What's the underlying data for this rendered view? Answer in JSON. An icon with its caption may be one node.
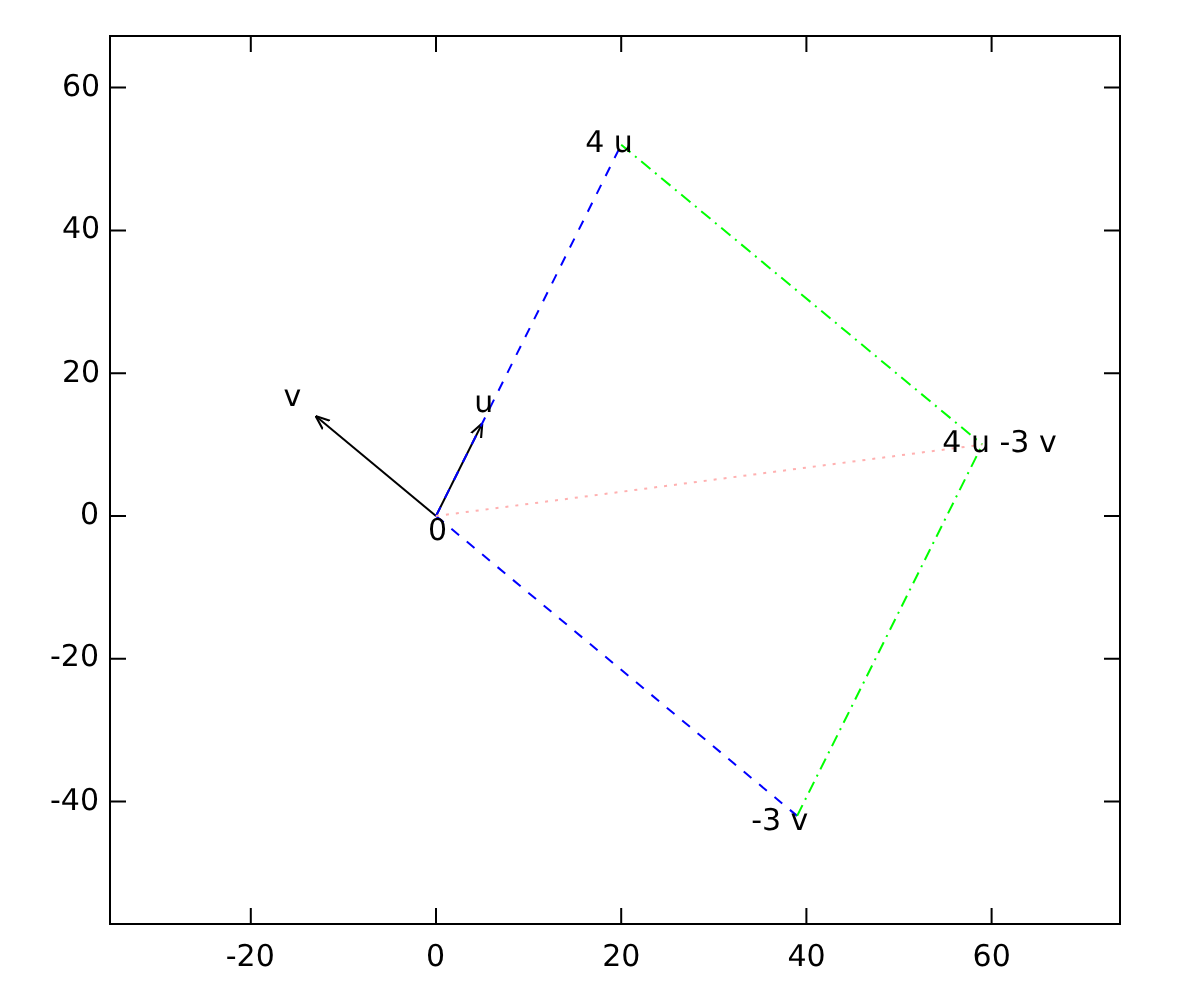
{
  "diagram": {
    "nodes": [
      {
        "text": [
          "0"
        ]
      },
      {
        "text": [
          "u"
        ]
      },
      {
        "text": [
          "v"
        ]
      },
      {
        "text": [
          "4 u"
        ]
      },
      {
        "text": [
          "-3 v"
        ]
      },
      {
        "text": [
          "4 u -3 v"
        ]
      }
    ],
    "edges": [
      {
        "from": 0,
        "to": 1,
        "arrow": "to",
        "color": "#000000"
      },
      {
        "from": 0,
        "to": 2,
        "arrow": "to",
        "color": "#000000"
      },
      {
        "from": 0,
        "to": 3,
        "arrow": "none",
        "style": "dashed",
        "color": "#0000ff"
      },
      {
        "from": 0,
        "to": 4,
        "arrow": "none",
        "style": "dashed",
        "color": "#0000ff"
      },
      {
        "from": 3,
        "to": 5,
        "arrow": "none",
        "style": "dashed",
        "color": "#00ff00"
      },
      {
        "from": 4,
        "to": 5,
        "arrow": "none",
        "style": "dashed",
        "color": "#00ff00"
      },
      {
        "from": 0,
        "to": 5,
        "arrow": "none",
        "style": "dashed",
        "color": "#ffb0b0"
      }
    ],
    "labels": [
      "60",
      "40",
      "20",
      "0",
      "-20",
      "-40",
      "-20",
      "0",
      "20",
      "40",
      "60"
    ]
  }
}
